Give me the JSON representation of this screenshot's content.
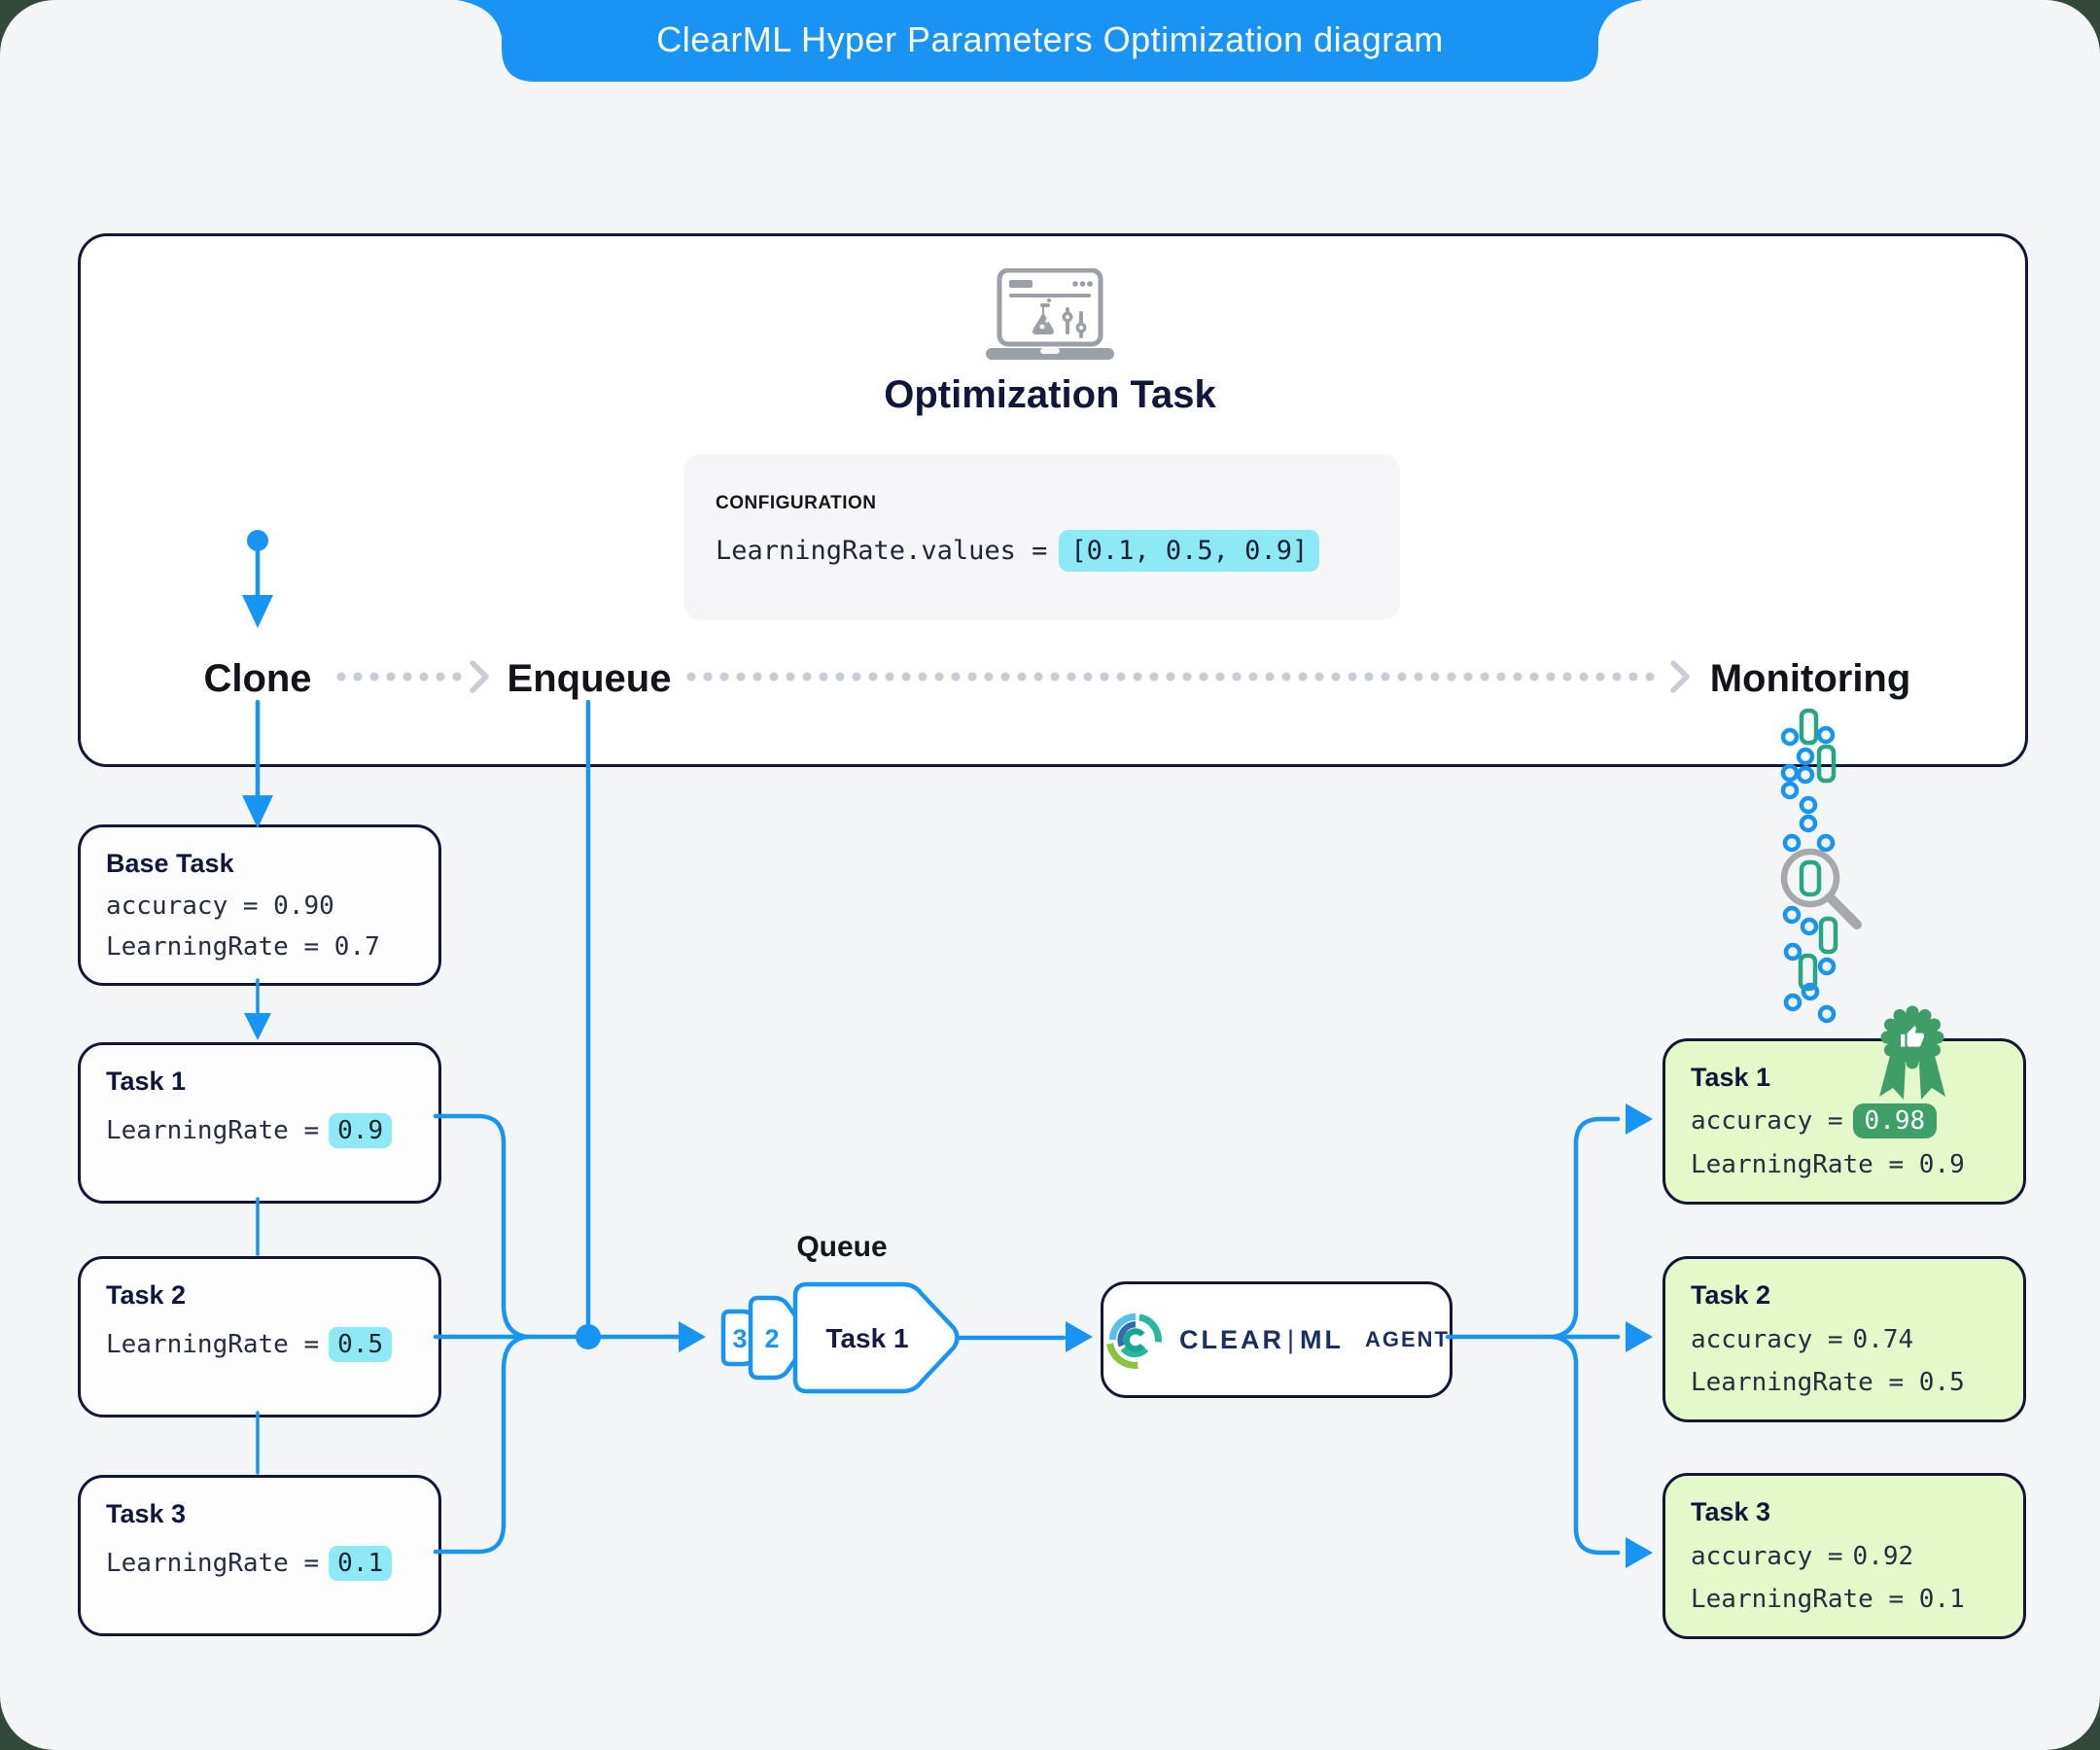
{
  "banner": {
    "title": "ClearML Hyper Parameters Optimization diagram"
  },
  "optimization_task": {
    "title": "Optimization Task",
    "configuration": {
      "label": "CONFIGURATION",
      "code": "LearningRate.values =",
      "value": "[0.1, 0.5, 0.9]"
    }
  },
  "flow": {
    "clone": "Clone",
    "enqueue": "Enqueue",
    "monitoring": "Monitoring"
  },
  "base_task": {
    "title": "Base Task",
    "accuracy_line": "accuracy = 0.90",
    "learning_rate_line": "LearningRate = 0.7"
  },
  "left_tasks": [
    {
      "title": "Task 1",
      "param_label": "LearningRate =",
      "param_value": "0.9"
    },
    {
      "title": "Task 2",
      "param_label": "LearningRate =",
      "param_value": "0.5"
    },
    {
      "title": "Task 3",
      "param_label": "LearningRate =",
      "param_value": "0.1"
    }
  ],
  "queue": {
    "label": "Queue",
    "position3": "3",
    "position2": "2",
    "front_item": "Task 1"
  },
  "agent": {
    "brand_left": "CLEAR",
    "brand_divider": "|",
    "brand_right": "ML",
    "label": "AGENT"
  },
  "right_tasks": [
    {
      "title": "Task 1",
      "accuracy_label": "accuracy =",
      "accuracy_value": "0.98",
      "learning_rate_line": "LearningRate = 0.9",
      "best": true
    },
    {
      "title": "Task 2",
      "accuracy_label": "accuracy =",
      "accuracy_value": "0.74",
      "learning_rate_line": "LearningRate = 0.5",
      "best": false
    },
    {
      "title": "Task 3",
      "accuracy_label": "accuracy =",
      "accuracy_value": "0.92",
      "learning_rate_line": "LearningRate = 0.1",
      "best": false
    }
  ],
  "colors": {
    "banner_blue": "#1994f4",
    "connector_blue": "#1895f2",
    "navy_border": "#141734",
    "cyan_highlight": "#8de9f5",
    "success_green_pill": "#3f9f68",
    "result_card_bg": "#e4f8c9",
    "teal_accent": "#27a584",
    "dotted_gray": "#c9ccd2"
  }
}
